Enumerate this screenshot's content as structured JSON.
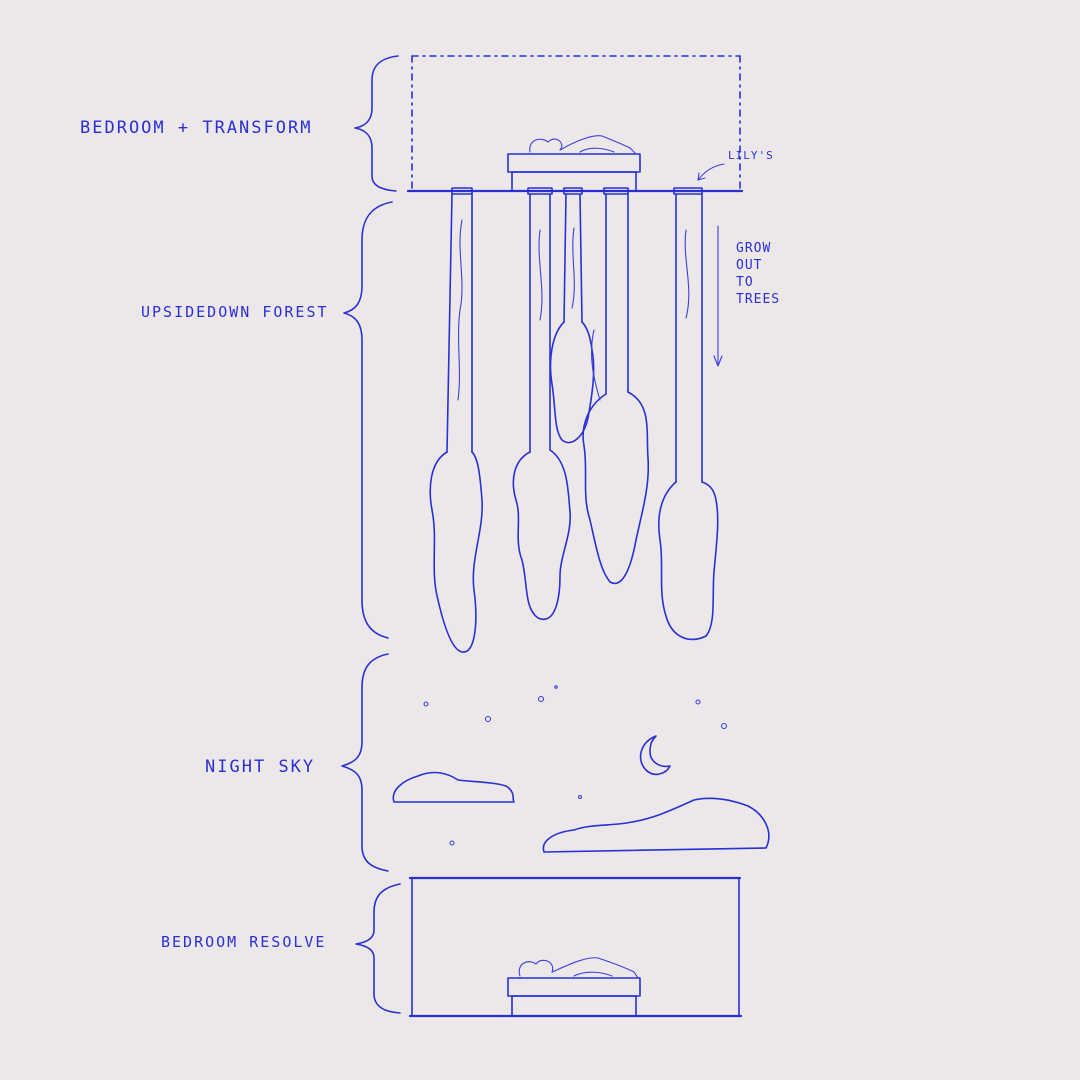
{
  "sections": [
    {
      "label": "Bedroom + Transform"
    },
    {
      "label": "Upsidedown Forest"
    },
    {
      "label": "Night Sky"
    },
    {
      "label": "Bedroom Resolve"
    }
  ],
  "notes": {
    "lilys": "Lily's",
    "grow": [
      "Grow",
      "out",
      "to",
      "trees"
    ]
  },
  "colors": {
    "ink": "#2a2fd6",
    "paper": "#ece8e9"
  }
}
